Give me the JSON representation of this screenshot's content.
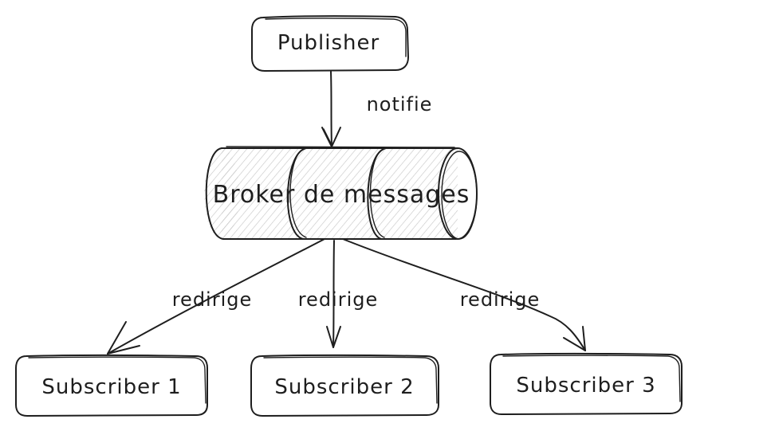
{
  "diagram": {
    "publisher": {
      "label": "Publisher"
    },
    "edge_notify": {
      "label": "notifie"
    },
    "broker": {
      "label": "Broker de messages"
    },
    "edges_redirect": [
      {
        "label": "redirige"
      },
      {
        "label": "redirige"
      },
      {
        "label": "redirige"
      }
    ],
    "subscribers": [
      {
        "label": "Subscriber 1"
      },
      {
        "label": "Subscriber 2"
      },
      {
        "label": "Subscriber 3"
      }
    ]
  },
  "colors": {
    "ink": "#1e1e1e",
    "hatch": "#c8c8c8",
    "background": "#ffffff"
  }
}
